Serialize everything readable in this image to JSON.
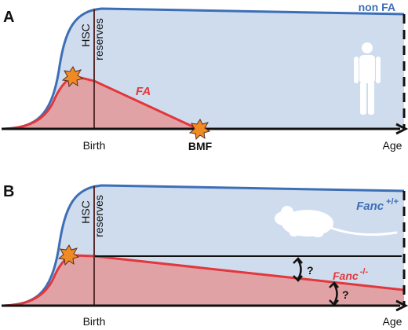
{
  "panels": {
    "a": {
      "letter": "A",
      "hsc_label": "HSC",
      "reserves_label": "reserves",
      "non_fa_label": "non FA",
      "fa_label": "FA",
      "birth_label": "Birth",
      "bmf_label": "BMF",
      "age_label": "Age"
    },
    "b": {
      "letter": "B",
      "hsc_label": "HSC",
      "reserves_label": "reserves",
      "wt_label": "Fanc",
      "wt_sup": "+/+",
      "ko_label": "Fanc",
      "ko_sup": "-/-",
      "question_1": "?",
      "question_2": "?",
      "birth_label": "Birth",
      "age_label": "Age"
    }
  },
  "colors": {
    "normal_curve": "#3d6fb6",
    "normal_fill": "#cfdcee",
    "fa_curve": "#e2373c",
    "fa_fill": "#e1a2a6",
    "damage_star": "#f08a24",
    "axis": "#111111",
    "silhouette": "#ffffff"
  },
  "icons": {
    "panel_a": "human-silhouette-icon",
    "panel_b": "mouse-silhouette-icon",
    "event": "star-burst-icon"
  }
}
